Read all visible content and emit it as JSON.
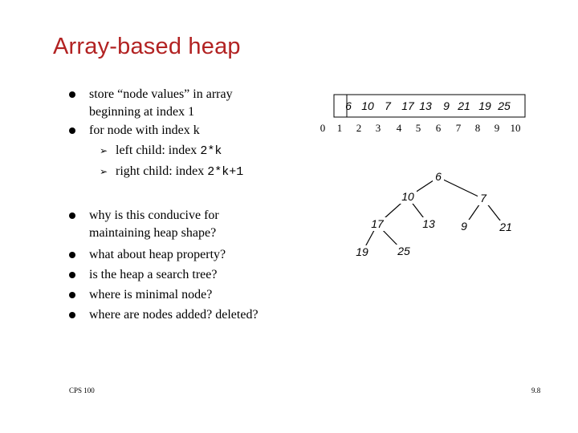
{
  "slide": {
    "title": "Array-based heap",
    "bullets_top": [
      {
        "line1": "store “node values” in array",
        "line2": "beginning at index 1"
      },
      {
        "line1": "for node with index k"
      }
    ],
    "sub_bullets": [
      {
        "label": "left child:  index ",
        "code": "2*k"
      },
      {
        "label": "right child: index ",
        "code": "2*k+1"
      }
    ],
    "bullets_bottom": [
      {
        "line1": "why is this conducive for",
        "line2": "maintaining heap shape?"
      },
      {
        "line1": "what about heap property?"
      },
      {
        "line1": "is the heap a search tree?"
      },
      {
        "line1": "where is minimal node?"
      },
      {
        "line1": "where are nodes added? deleted?"
      }
    ],
    "footer_left": "CPS 100",
    "footer_right": "9.8"
  },
  "array": {
    "values": [
      "6",
      "10",
      "7",
      "17",
      "13",
      "9",
      "21",
      "19",
      "25"
    ],
    "indices": [
      "0",
      "1",
      "2",
      "3",
      "4",
      "5",
      "6",
      "7",
      "8",
      "9",
      "10"
    ]
  },
  "tree": {
    "nodes": [
      "6",
      "10",
      "7",
      "17",
      "13",
      "9",
      "21",
      "19",
      "25"
    ]
  }
}
